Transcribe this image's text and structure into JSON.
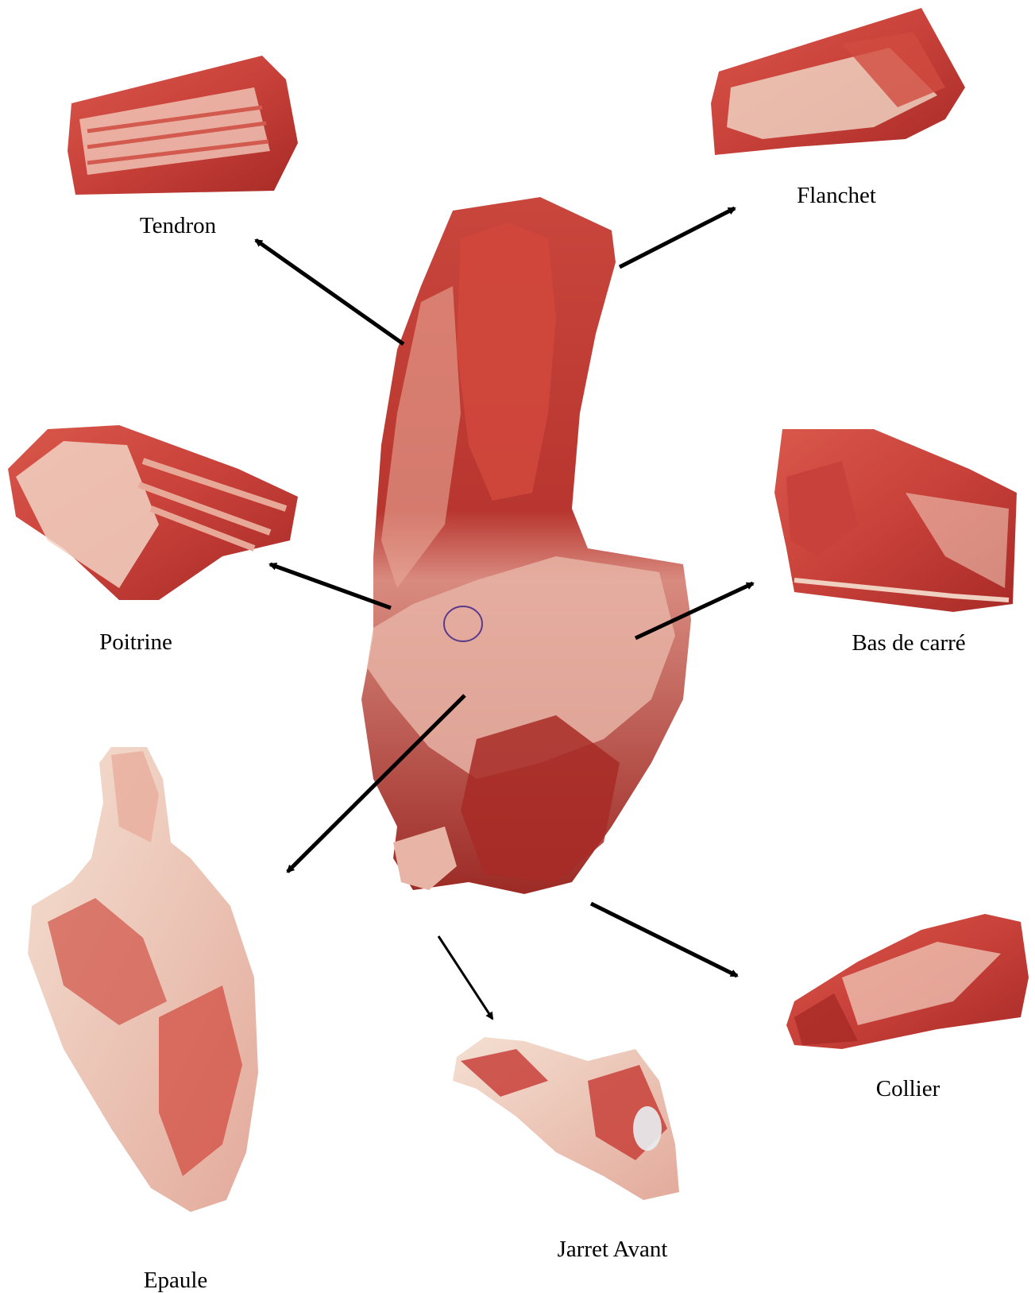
{
  "labels": {
    "tendron": "Tendron",
    "flanchet": "Flanchet",
    "poitrine": "Poitrine",
    "bas_de_carre": "Bas de carré",
    "epaule": "Epaule",
    "jarret_avant": "Jarret Avant",
    "collier": "Collier"
  },
  "colors": {
    "meat_red": "#c8413a",
    "meat_dark": "#a82a26",
    "meat_light": "#e06a5c",
    "fat_cream": "#f1d9c8",
    "fat_pink": "#e8b4a6",
    "arrow": "#000000",
    "background": "#ffffff"
  }
}
